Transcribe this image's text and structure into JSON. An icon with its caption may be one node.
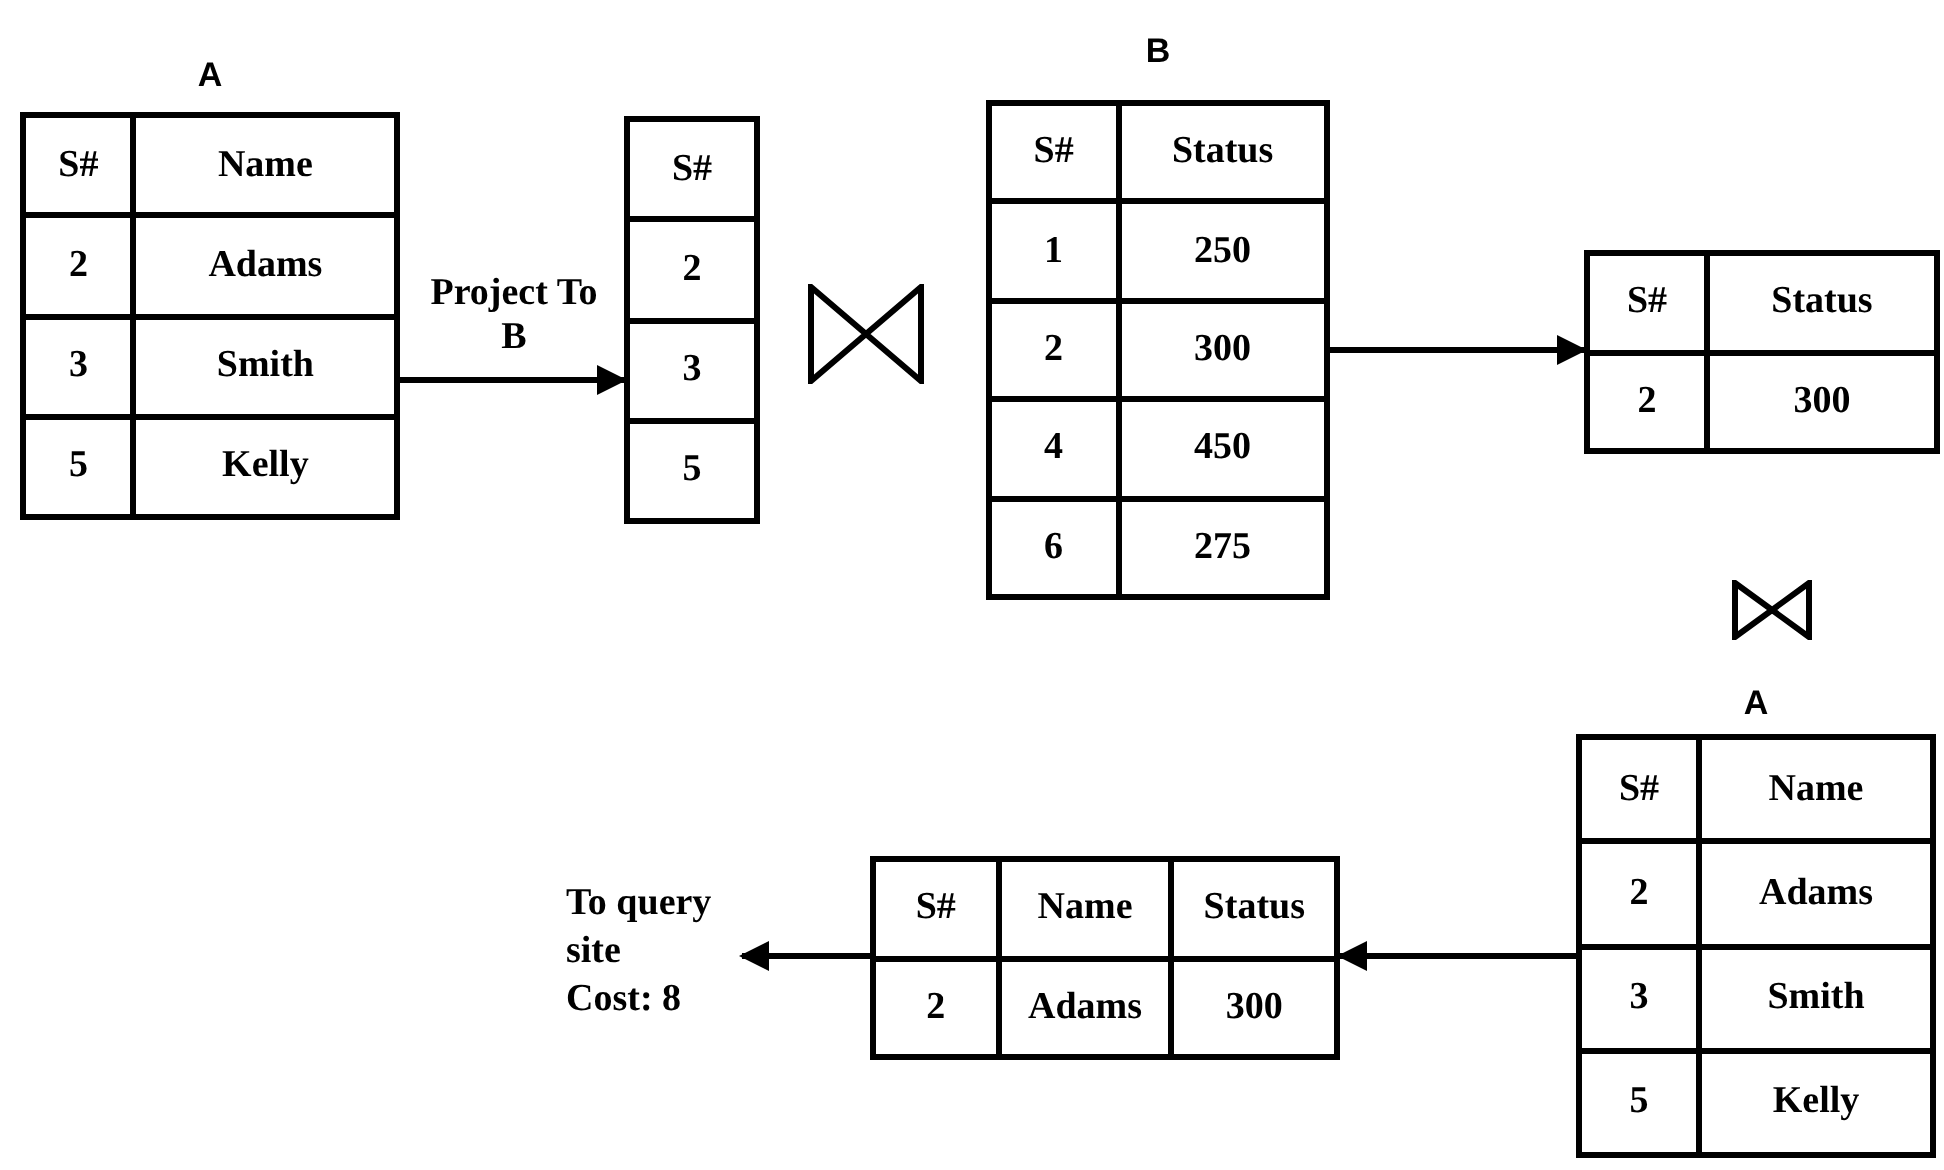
{
  "diagram": {
    "nodes": [
      {
        "text": [
          "A",
          "S#",
          "Name",
          "2",
          "Adams",
          "3",
          "Smith",
          "5",
          "Kelly"
        ]
      },
      {
        "text": [
          "S#",
          "2",
          "3",
          "5"
        ]
      },
      {
        "text": [
          "B",
          "S#",
          "Status",
          "1",
          "250",
          "2",
          "300",
          "4",
          "450",
          "6",
          "275"
        ]
      },
      {
        "text": [
          "S#",
          "Status",
          "2",
          "300"
        ]
      },
      {
        "text": [
          "A",
          "S#",
          "Name",
          "2",
          "Adams",
          "3",
          "Smith",
          "5",
          "Kelly"
        ]
      },
      {
        "text": [
          "S#",
          "Name",
          "Status",
          "2",
          "Adams",
          "300"
        ]
      },
      {
        "text": [
          "To query site",
          "Cost: 8"
        ]
      }
    ],
    "edges": [
      {
        "from": 0,
        "to": 1,
        "arrow": "to",
        "label": "Project To B"
      },
      {
        "from": 2,
        "to": 3,
        "arrow": "to"
      },
      {
        "from": 4,
        "to": 5,
        "arrow": "to"
      },
      {
        "from": 5,
        "to": 6,
        "arrow": "to"
      }
    ]
  }
}
